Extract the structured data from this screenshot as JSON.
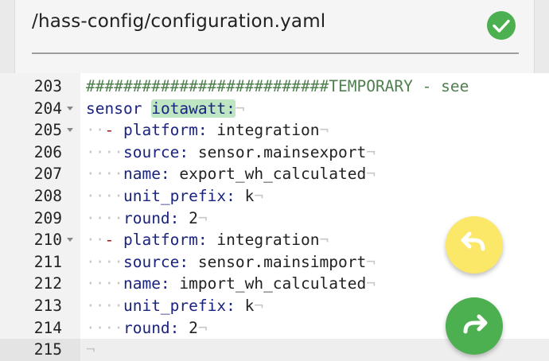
{
  "header": {
    "file_path": "/hass-config/configuration.yaml",
    "save_status_icon": "check-icon",
    "accent_color": "#4caf50"
  },
  "editor": {
    "lines": [
      {
        "num": "203",
        "foldable": false,
        "indent": "",
        "comment": "##########################TEMPORARY - see"
      },
      {
        "num": "204",
        "foldable": true,
        "key": "sensor",
        "value": "iotawatt:"
      },
      {
        "num": "205",
        "foldable": true,
        "indent": "··",
        "dash": "- ",
        "key": "platform:",
        "value": " integration"
      },
      {
        "num": "206",
        "foldable": false,
        "indent": "····",
        "key": "source:",
        "value": " sensor.mainsexport"
      },
      {
        "num": "207",
        "foldable": false,
        "indent": "····",
        "key": "name:",
        "value": " export_wh_calculated"
      },
      {
        "num": "208",
        "foldable": false,
        "indent": "····",
        "key": "unit_prefix:",
        "value": " k"
      },
      {
        "num": "209",
        "foldable": false,
        "indent": "····",
        "key": "round:",
        "value": " 2"
      },
      {
        "num": "210",
        "foldable": true,
        "indent": "··",
        "dash": "- ",
        "key": "platform:",
        "value": " integration"
      },
      {
        "num": "211",
        "foldable": false,
        "indent": "····",
        "key": "source:",
        "value": " sensor.mainsimport"
      },
      {
        "num": "212",
        "foldable": false,
        "indent": "····",
        "key": "name:",
        "value": " import_wh_calculated"
      },
      {
        "num": "213",
        "foldable": false,
        "indent": "····",
        "key": "unit_prefix:",
        "value": " k"
      },
      {
        "num": "214",
        "foldable": false,
        "indent": "····",
        "key": "round:",
        "value": " 2"
      },
      {
        "num": "215",
        "foldable": false,
        "indent": "",
        "value": ""
      }
    ],
    "eol_marker": "¬"
  },
  "fabs": {
    "undo_icon": "undo-icon",
    "redo_icon": "redo-icon",
    "undo_color": "#fbe768",
    "redo_color": "#4caf50"
  }
}
